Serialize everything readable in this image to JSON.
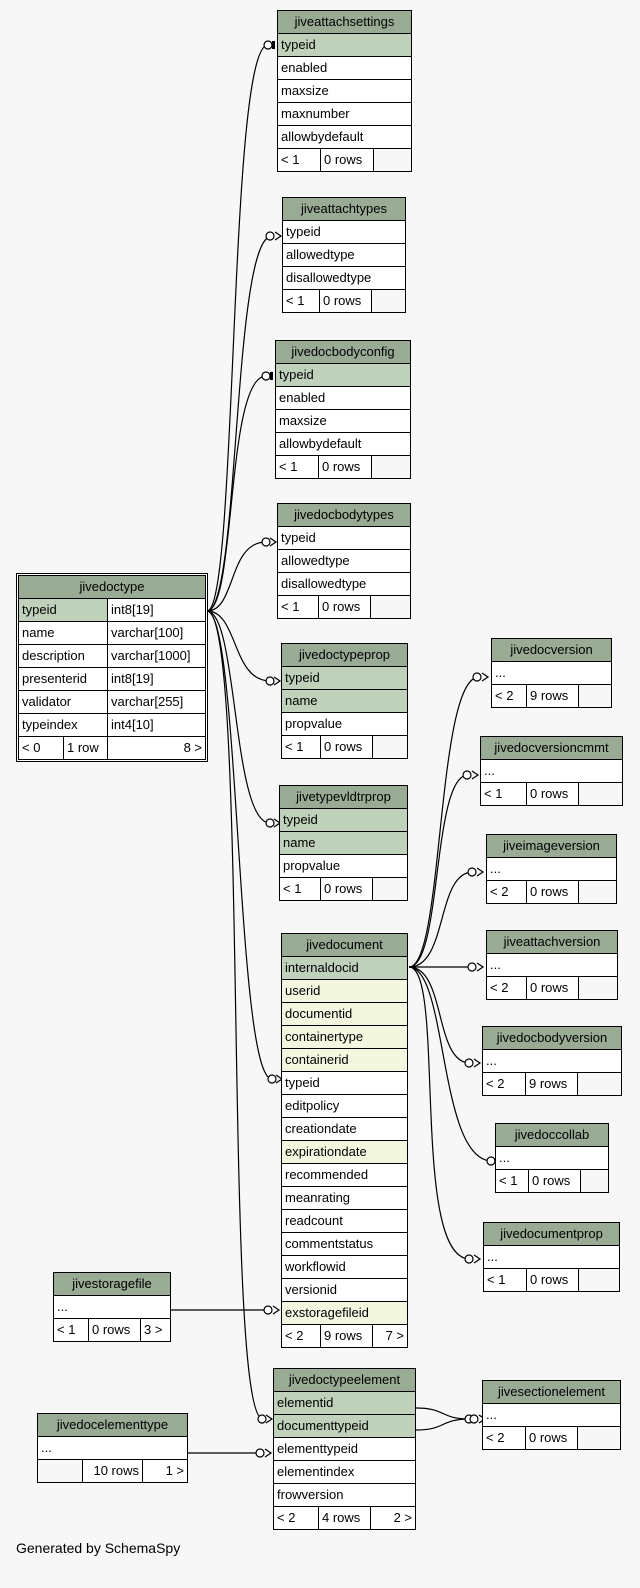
{
  "footer": {
    "generated_by": "Generated by SchemaSpy"
  },
  "colors": {
    "header": "#9aab95",
    "primary_key": "#bfd0bb",
    "indexed": "#f4f7df",
    "background": "#f7f7f7"
  },
  "tables": {
    "jiveattachsettings": {
      "name": "jiveattachsettings",
      "columns": [
        "typeid",
        "enabled",
        "maxsize",
        "maxnumber",
        "allowbydefault"
      ],
      "footer": [
        "< 1",
        "0 rows",
        ""
      ]
    },
    "jiveattachtypes": {
      "name": "jiveattachtypes",
      "columns": [
        "typeid",
        "allowedtype",
        "disallowedtype"
      ],
      "footer": [
        "< 1",
        "0 rows",
        ""
      ]
    },
    "jivedocbodyconfig": {
      "name": "jivedocbodyconfig",
      "columns": [
        "typeid",
        "enabled",
        "maxsize",
        "allowbydefault"
      ],
      "footer": [
        "< 1",
        "0 rows",
        ""
      ]
    },
    "jivedocbodytypes": {
      "name": "jivedocbodytypes",
      "columns": [
        "typeid",
        "allowedtype",
        "disallowedtype"
      ],
      "footer": [
        "< 1",
        "0 rows",
        ""
      ]
    },
    "jivedoctype": {
      "name": "jivedoctype",
      "columns": [
        {
          "name": "typeid",
          "type": "int8[19]"
        },
        {
          "name": "name",
          "type": "varchar[100]"
        },
        {
          "name": "description",
          "type": "varchar[1000]"
        },
        {
          "name": "presenterid",
          "type": "int8[19]"
        },
        {
          "name": "validator",
          "type": "varchar[255]"
        },
        {
          "name": "typeindex",
          "type": "int4[10]"
        }
      ],
      "footer": [
        "< 0",
        "1 row",
        "8 >"
      ]
    },
    "jivedoctypeprop": {
      "name": "jivedoctypeprop",
      "columns": [
        "typeid",
        "name",
        "propvalue"
      ],
      "footer": [
        "< 1",
        "0 rows",
        ""
      ]
    },
    "jivetypevldtrprop": {
      "name": "jivetypevldtrprop",
      "columns": [
        "typeid",
        "name",
        "propvalue"
      ],
      "footer": [
        "< 1",
        "0 rows",
        ""
      ]
    },
    "jivedocument": {
      "name": "jivedocument",
      "columns": [
        "internaldocid",
        "userid",
        "documentid",
        "containertype",
        "containerid",
        "typeid",
        "editpolicy",
        "creationdate",
        "expirationdate",
        "recommended",
        "meanrating",
        "readcount",
        "commentstatus",
        "workflowid",
        "versionid",
        "exstoragefileid"
      ],
      "footer": [
        "< 2",
        "9 rows",
        "7 >"
      ]
    },
    "jivestoragefile": {
      "name": "jivestoragefile",
      "columns": [
        "..."
      ],
      "footer": [
        "< 1",
        "0 rows",
        "3 >"
      ]
    },
    "jivedoctypeelement": {
      "name": "jivedoctypeelement",
      "columns": [
        "elementid",
        "documenttypeid",
        "elementtypeid",
        "elementindex",
        "frowversion"
      ],
      "footer": [
        "< 2",
        "4 rows",
        "2 >"
      ]
    },
    "jivedocelementtype": {
      "name": "jivedocelementtype",
      "columns": [
        "..."
      ],
      "footer": [
        "",
        "10 rows",
        "1 >"
      ]
    },
    "jivedocversion": {
      "name": "jivedocversion",
      "columns": [
        "..."
      ],
      "footer": [
        "< 2",
        "9 rows",
        ""
      ]
    },
    "jivedocversioncmmt": {
      "name": "jivedocversioncmmt",
      "columns": [
        "..."
      ],
      "footer": [
        "< 1",
        "0 rows",
        ""
      ]
    },
    "jiveimageversion": {
      "name": "jiveimageversion",
      "columns": [
        "..."
      ],
      "footer": [
        "< 2",
        "0 rows",
        ""
      ]
    },
    "jiveattachversion": {
      "name": "jiveattachversion",
      "columns": [
        "..."
      ],
      "footer": [
        "< 2",
        "0 rows",
        ""
      ]
    },
    "jivedocbodyversion": {
      "name": "jivedocbodyversion",
      "columns": [
        "..."
      ],
      "footer": [
        "< 2",
        "9 rows",
        ""
      ]
    },
    "jivedoccollab": {
      "name": "jivedoccollab",
      "columns": [
        "..."
      ],
      "footer": [
        "< 1",
        "0 rows",
        ""
      ]
    },
    "jivedocumentprop": {
      "name": "jivedocumentprop",
      "columns": [
        "..."
      ],
      "footer": [
        "< 1",
        "0 rows",
        ""
      ]
    },
    "jivesectionelement": {
      "name": "jivesectionelement",
      "columns": [
        "..."
      ],
      "footer": [
        "< 2",
        "0 rows",
        ""
      ]
    }
  }
}
